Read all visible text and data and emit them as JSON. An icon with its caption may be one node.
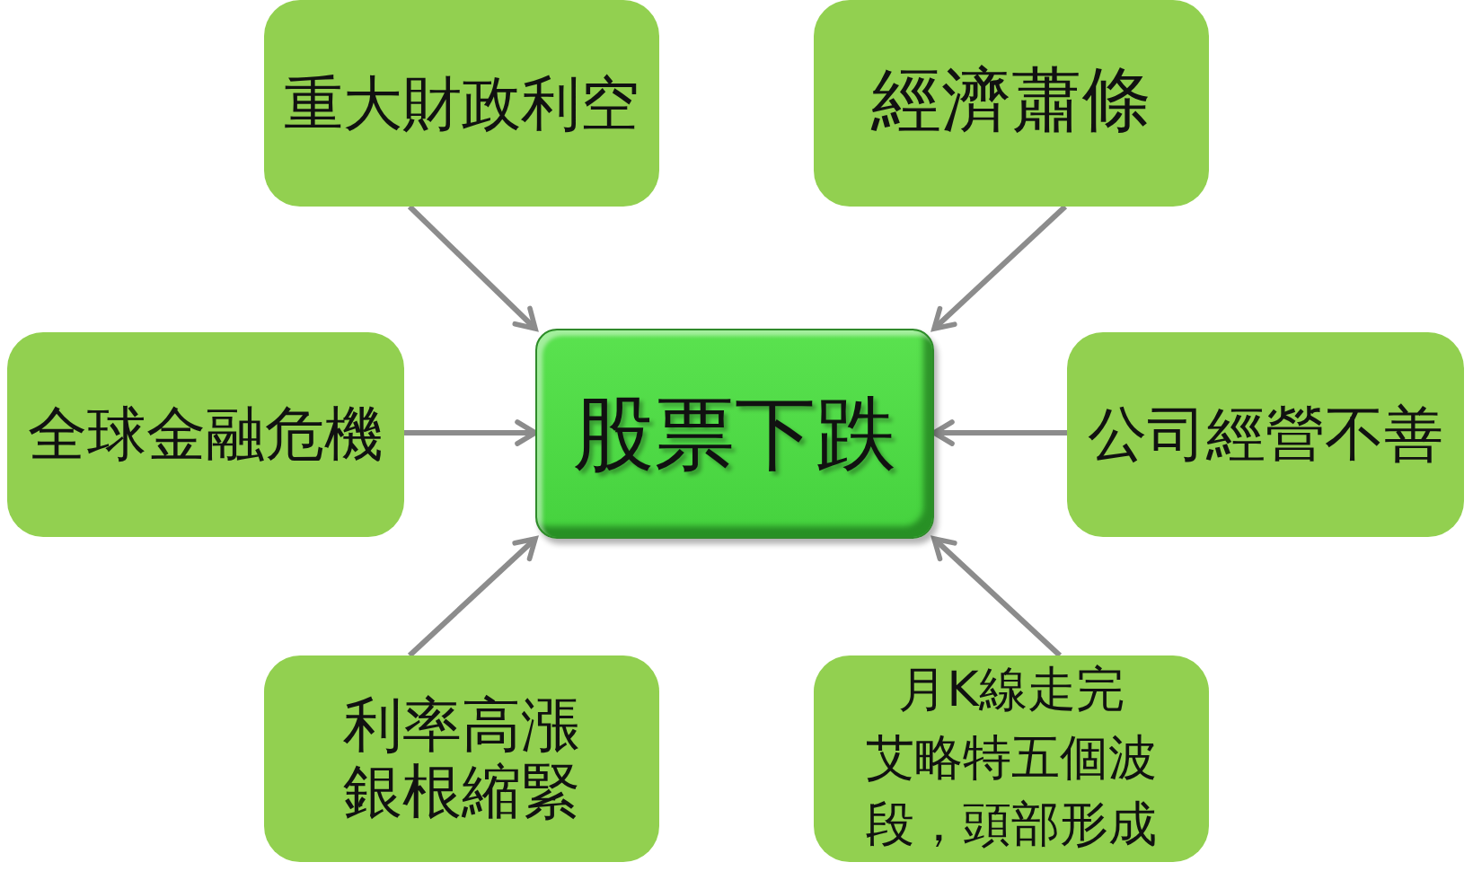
{
  "diagram": {
    "nodes": [
      {
        "text": [
          "重大財政利空"
        ]
      },
      {
        "text": [
          "經濟蕭條"
        ]
      },
      {
        "text": [
          "全球金融危機"
        ]
      },
      {
        "text": [
          "股票下跌"
        ]
      },
      {
        "text": [
          "公司經營不善"
        ]
      },
      {
        "text": [
          "利率高漲銀根縮緊"
        ]
      },
      {
        "text": [
          "月K線走完艾略特五個波段，頭部形成"
        ]
      }
    ],
    "edges": [
      {
        "from": 0,
        "to": 3,
        "arrow": "to"
      },
      {
        "from": 1,
        "to": 3,
        "arrow": "to"
      },
      {
        "from": 2,
        "to": 3,
        "arrow": "to"
      },
      {
        "from": 4,
        "to": 3,
        "arrow": "to"
      },
      {
        "from": 5,
        "to": 3,
        "arrow": "to"
      },
      {
        "from": 6,
        "to": 3,
        "arrow": "to"
      }
    ]
  }
}
